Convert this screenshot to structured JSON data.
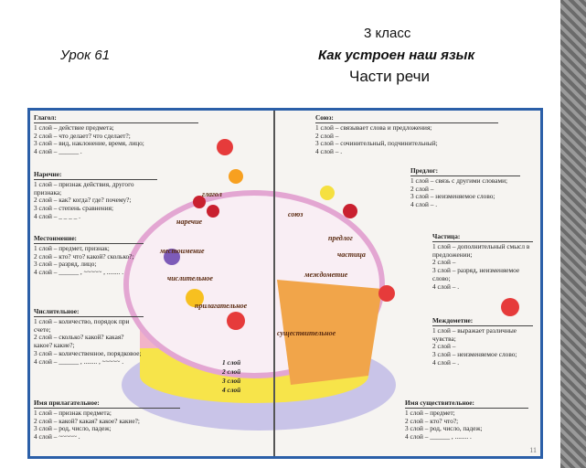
{
  "slide": {
    "grade": "3 класс",
    "lesson": "Урок 61",
    "topic": "Как устроен наш язык",
    "subtitle": "Части речи"
  },
  "book": {
    "page_number": "11",
    "left": [
      {
        "title": "Глагол:",
        "lines": [
          "1 слой – действие предмета;",
          "2 слой – что делает? что сделает?;",
          "3 слой – вид, наклонение, время, лицо;",
          "4 слой – ______ ."
        ]
      },
      {
        "title": "Наречие:",
        "lines": [
          "1 слой – признак действия, другого признака;",
          "2 слой – как? когда? где? почему?;",
          "3 слой – степень сравнения;",
          "4 слой – _ _ _ _ ."
        ]
      },
      {
        "title": "Местоимение:",
        "lines": [
          "1 слой – предмет, признак;",
          "2 слой – кто? что? какой? сколько?;",
          "3 слой – разряд, лицо;",
          "4 слой – ______ , ~~~~~ , ........ ."
        ]
      },
      {
        "title": "Числительное:",
        "lines": [
          "1 слой – количество, порядок при счете;",
          "2 слой – сколько? какой? какая? какое? какие?;",
          "3 слой – количественное, порядковое;",
          "4 слой – ______ , ........ , ~~~~~ ."
        ]
      },
      {
        "title": "Имя прилагательное:",
        "lines": [
          "1 слой – признак предмета;",
          "2 слой – какой? какая? какое? какие?;",
          "3 слой – род, число, падеж;",
          "4 слой – ~~~~~ ."
        ]
      }
    ],
    "right": [
      {
        "title": "Союз:",
        "lines": [
          "1 слой – связывает слова и предложения;",
          "2 слой –",
          "3 слой – сочинительный, подчинительный;",
          "4 слой – ."
        ]
      },
      {
        "title": "Предлог:",
        "lines": [
          "1 слой – связь с другими словами;",
          "2 слой –",
          "3 слой – неизменяемое слово;",
          "4 слой – ."
        ]
      },
      {
        "title": "Частица:",
        "lines": [
          "1 слой – дополнительный смысл в предложении;",
          "2 слой –",
          "3 слой – разряд, неизменяемое слово;",
          "4 слой – ."
        ]
      },
      {
        "title": "Междометие:",
        "lines": [
          "1 слой – выражает различные чувства;",
          "2 слой –",
          "3 слой – неизменяемое слово;",
          "4 слой – ."
        ]
      },
      {
        "title": "Имя существительное:",
        "lines": [
          "1 слой – предмет;",
          "2 слой – кто? что?;",
          "3 слой – род, число, падеж;",
          "4 слой – ______ , ........ ."
        ]
      }
    ],
    "cake_labels": [
      "глагол",
      "наречие",
      "местоимение",
      "числительное",
      "прилагательное",
      "существительное",
      "союз",
      "предлог",
      "частица",
      "междометие"
    ],
    "layer_labels": [
      "1 слой",
      "2 слой",
      "3 слой",
      "4 слой"
    ]
  }
}
